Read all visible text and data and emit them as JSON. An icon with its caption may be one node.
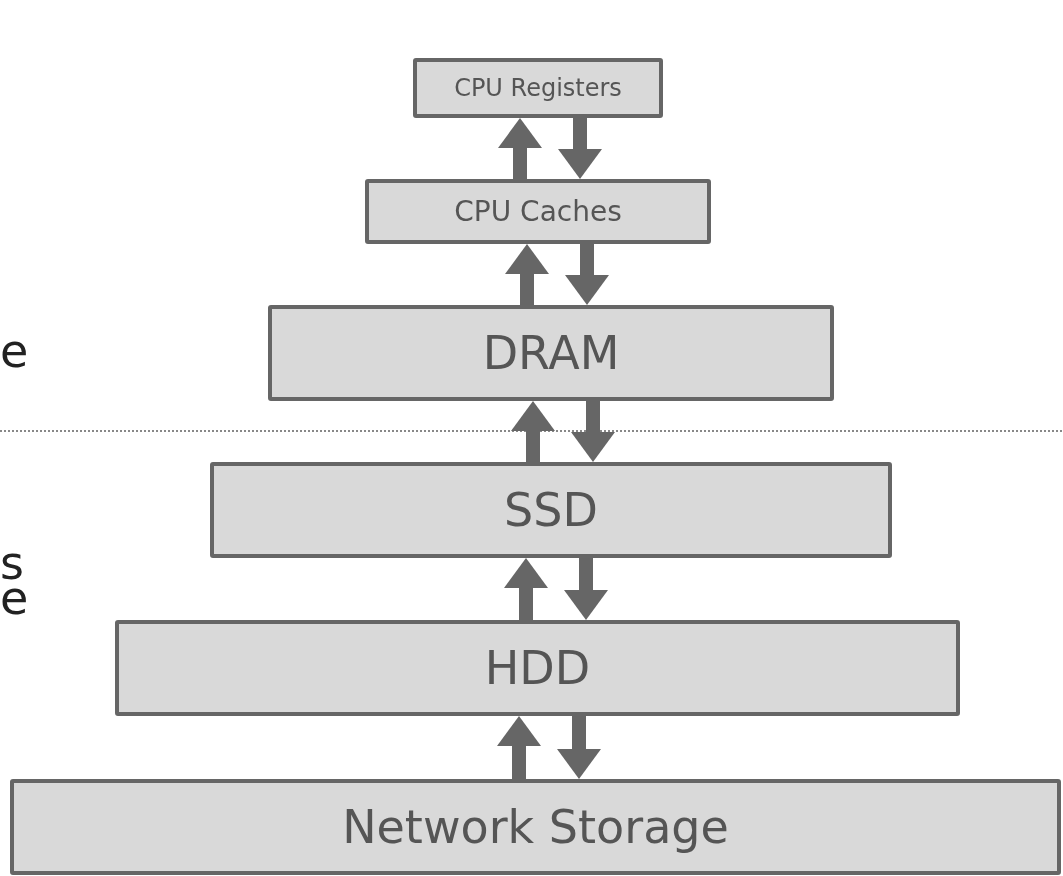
{
  "diagram": {
    "nodes": [
      {
        "text": [
          "CPU Registers"
        ]
      },
      {
        "text": [
          "CPU Caches"
        ]
      },
      {
        "text": [
          "DRAM"
        ]
      },
      {
        "text": [
          "SSD"
        ]
      },
      {
        "text": [
          "HDD"
        ]
      },
      {
        "text": [
          "Network Storage"
        ]
      }
    ],
    "edges": [
      {
        "from": 1,
        "to": 0,
        "arrow": "to"
      },
      {
        "from": 0,
        "to": 1,
        "arrow": "to"
      },
      {
        "from": 2,
        "to": 1,
        "arrow": "to"
      },
      {
        "from": 1,
        "to": 2,
        "arrow": "to"
      },
      {
        "from": 3,
        "to": 2,
        "arrow": "to"
      },
      {
        "from": 2,
        "to": 3,
        "arrow": "to"
      },
      {
        "from": 4,
        "to": 3,
        "arrow": "to"
      },
      {
        "from": 3,
        "to": 4,
        "arrow": "to"
      },
      {
        "from": 5,
        "to": 4,
        "arrow": "to"
      },
      {
        "from": 4,
        "to": 5,
        "arrow": "to"
      }
    ],
    "labels": [
      "e",
      "s",
      "e"
    ]
  }
}
